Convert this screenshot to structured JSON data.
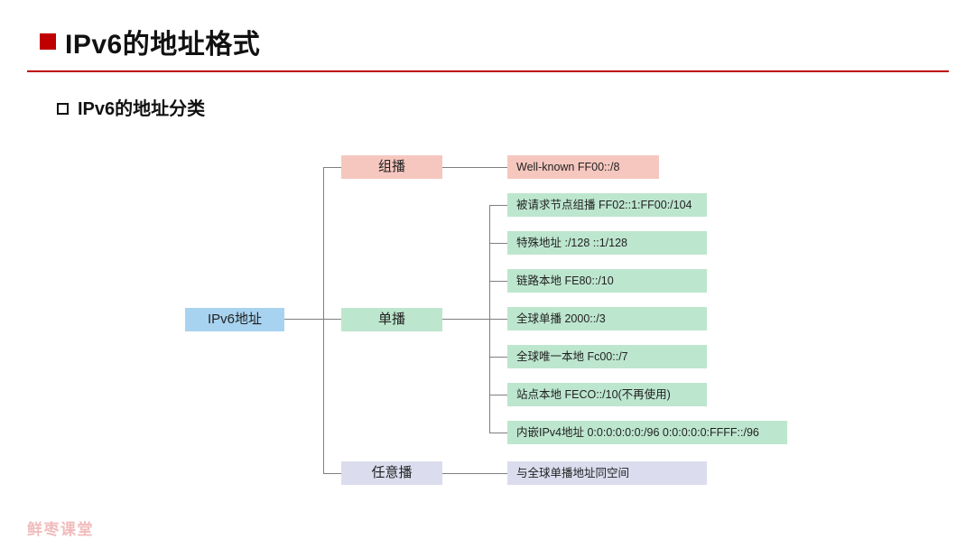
{
  "slide": {
    "title": "IPv6的地址格式",
    "section_heading": "IPv6的地址分类",
    "watermark": "鲜枣课堂"
  },
  "colors": {
    "accent_red": "#C00000",
    "root_blue": "#A8D3F0",
    "multicast_pink": "#F6C7BF",
    "unicast_green": "#BDE6CE",
    "anycast_lavender": "#DBDDEE",
    "connector_gray": "#7f7f7f",
    "watermark_pink": "#F1BCBC"
  },
  "tree": {
    "root_label": "IPv6地址",
    "branches": [
      {
        "label": "组播",
        "leaves": [
          "Well-known FF00::/8"
        ]
      },
      {
        "label": "单播",
        "leaves": [
          "被请求节点组播 FF02::1:FF00:/104",
          "特殊地址 :/128 ::1/128",
          "链路本地 FE80::/10",
          "全球单播 2000::/3",
          "全球唯一本地 Fc00::/7",
          "站点本地 FECO::/10(不再使用)",
          "内嵌IPv4地址 0:0:0:0:0:0:/96 0:0:0:0:0:FFFF::/96"
        ]
      },
      {
        "label": "任意播",
        "leaves": [
          "与全球单播地址同空间"
        ]
      }
    ]
  }
}
